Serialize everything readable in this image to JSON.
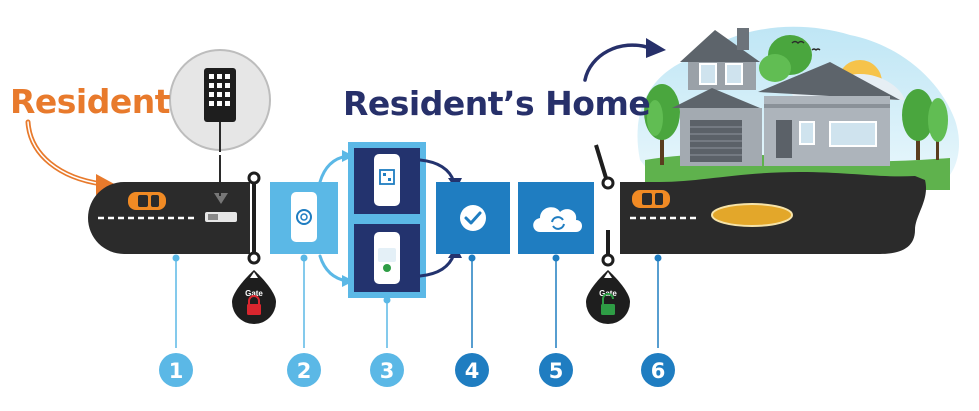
{
  "labels": {
    "resident": "Resident",
    "home": "Resident’s Home"
  },
  "gates": [
    {
      "label": "Gate",
      "state": "locked"
    },
    {
      "label": "Gate",
      "state": "unlocked"
    }
  ],
  "steps": [
    {
      "number": "1",
      "color": "#5bb8e6"
    },
    {
      "number": "2",
      "color": "#5bb8e6"
    },
    {
      "number": "3",
      "color": "#5bb8e6"
    },
    {
      "number": "4",
      "color": "#1f7dc1"
    },
    {
      "number": "5",
      "color": "#1f7dc1"
    },
    {
      "number": "6",
      "color": "#1f7dc1"
    }
  ],
  "colors": {
    "resident_label": "#e87a2c",
    "home_label": "#27306a",
    "road": "#2b2b2b",
    "light_blue": "#5bb8e6",
    "mid_blue": "#1f7dc1",
    "navy": "#23336e",
    "car": "#f08a24",
    "lock_locked": "#d9262e",
    "lock_unlocked": "#2e9d45"
  }
}
